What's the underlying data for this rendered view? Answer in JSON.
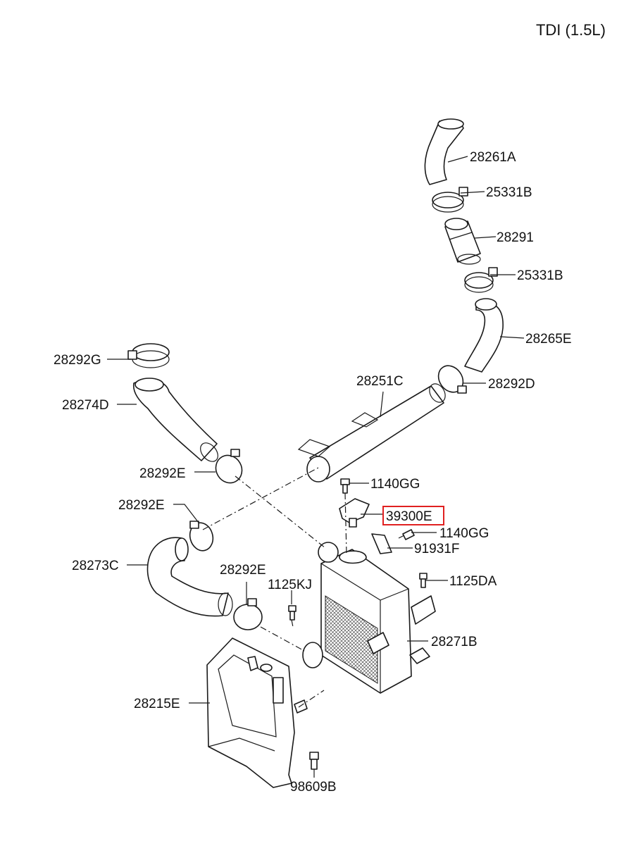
{
  "title": "TDI (1.5L)",
  "highlight_color": "#e02020",
  "callouts": {
    "p28261A": "28261A",
    "p25331B_upper": "25331B",
    "p28291": "28291",
    "p25331B_lower": "25331B",
    "p28265E": "28265E",
    "p28292G": "28292G",
    "p28274D": "28274D",
    "p28251C": "28251C",
    "p28292D": "28292D",
    "p28292E_a": "28292E",
    "p1140GG_a": "1140GG",
    "p39300E": "39300E",
    "p28292E_b": "28292E",
    "p1140GG_b": "1140GG",
    "p91931F": "91931F",
    "p28273C": "28273C",
    "p28292E_c": "28292E",
    "p1125KJ": "1125KJ",
    "p1125DA": "1125DA",
    "p28271B": "28271B",
    "p28215E": "28215E",
    "p98609B": "98609B"
  }
}
